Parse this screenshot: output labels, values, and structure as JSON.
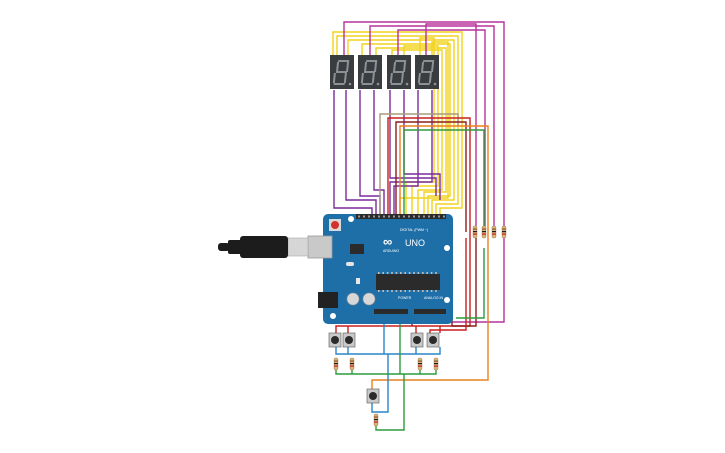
{
  "board": {
    "logo_text": "∞",
    "brand": "ARDUINO",
    "model": "UNO",
    "digital_label": "DIGITAL (PWM ~)",
    "power_label": "POWER",
    "analog_label": "ANALOG IN"
  },
  "display": {
    "digits": [
      "8.",
      "8.",
      "8.",
      "8."
    ]
  },
  "colors": {
    "board": "#1e6fa8",
    "display_bg": "#3a3d40",
    "segment_off": "#8b9196",
    "wire_yellow": "#f2d21b",
    "wire_purple": "#7a2c9c",
    "wire_magenta": "#b8329a",
    "wire_red": "#c8201e",
    "wire_darkred": "#8f1d1d",
    "wire_orange": "#e8821e",
    "wire_green": "#2e9a3c",
    "wire_blue": "#2a86c8",
    "wire_tan": "#a89a7a"
  },
  "components": {
    "pushbuttons": 5,
    "resistors": 9
  }
}
